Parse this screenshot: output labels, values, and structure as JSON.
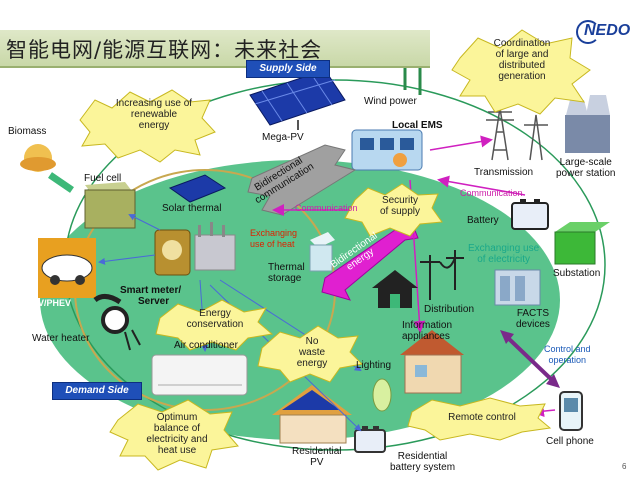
{
  "title": "智能电网/能源互联网：未来社会",
  "logo": "NEDO",
  "page_number": "6",
  "side_tags": {
    "supply": "Supply Side",
    "demand": "Demand Side"
  },
  "bursts": {
    "renewable": [
      "Increasing use of",
      "renewable",
      "energy"
    ],
    "coordination": [
      "Coordination",
      "of large and",
      "distributed",
      "generation"
    ],
    "security": [
      "Security",
      "of supply"
    ],
    "energy_conservation": [
      "Energy",
      "conservation"
    ],
    "no_waste": [
      "No",
      "waste",
      "energy"
    ],
    "remote_control": [
      "Remote control"
    ],
    "optimum": [
      "Optimum",
      "balance of",
      "electricity and",
      "heat use"
    ]
  },
  "labels": {
    "biomass": "Biomass",
    "mega_pv": "Mega-PV",
    "wind_power": "Wind power",
    "local_ems": "Local EMS",
    "transmission": "Transmission",
    "large_scale": [
      "Large-scale",
      "power station"
    ],
    "fuel_cell": "Fuel cell",
    "solar_thermal": "Solar thermal",
    "battery": "Battery",
    "substation": "Substation",
    "ev_phev": "EV/PHEV",
    "smart_meter": [
      "Smart meter/",
      "Server"
    ],
    "thermal_storage": [
      "Thermal",
      "storage"
    ],
    "distribution": "Distribution",
    "facts": [
      "FACTS",
      "devices"
    ],
    "water_heater": "Water heater",
    "air_conditioner": "Air conditioner",
    "lighting": "Lighting",
    "information_appliances": [
      "Information",
      "appliances"
    ],
    "residential_pv": [
      "Residential",
      "PV"
    ],
    "residential_battery": [
      "Residential",
      "battery system"
    ],
    "cell_phone": "Cell phone",
    "communication_1": "Communication",
    "communication_2": "Communication",
    "exchanging_heat": [
      "Exchanging",
      "use of heat"
    ],
    "exchanging_electricity": [
      "Exchanging use",
      "of electricity"
    ],
    "control_operation": [
      "Control and",
      "operation"
    ],
    "bidir_comm": [
      "Bidirectional",
      "communication"
    ],
    "bidir_energy": [
      "Bidirectional",
      "energy"
    ]
  },
  "colors": {
    "ellipse_green": "#3db878",
    "ellipse_dark": "#2a9a5a",
    "burst_fill": "#fbf59a",
    "burst_stroke": "#c8b820",
    "magenta_arrow": "#e020d0",
    "purple_arrow": "#7a2a8a",
    "gray_arrow": "#9a9a9a",
    "title_bg": "#d4e2b6",
    "brand_blue": "#1a3f9a"
  }
}
